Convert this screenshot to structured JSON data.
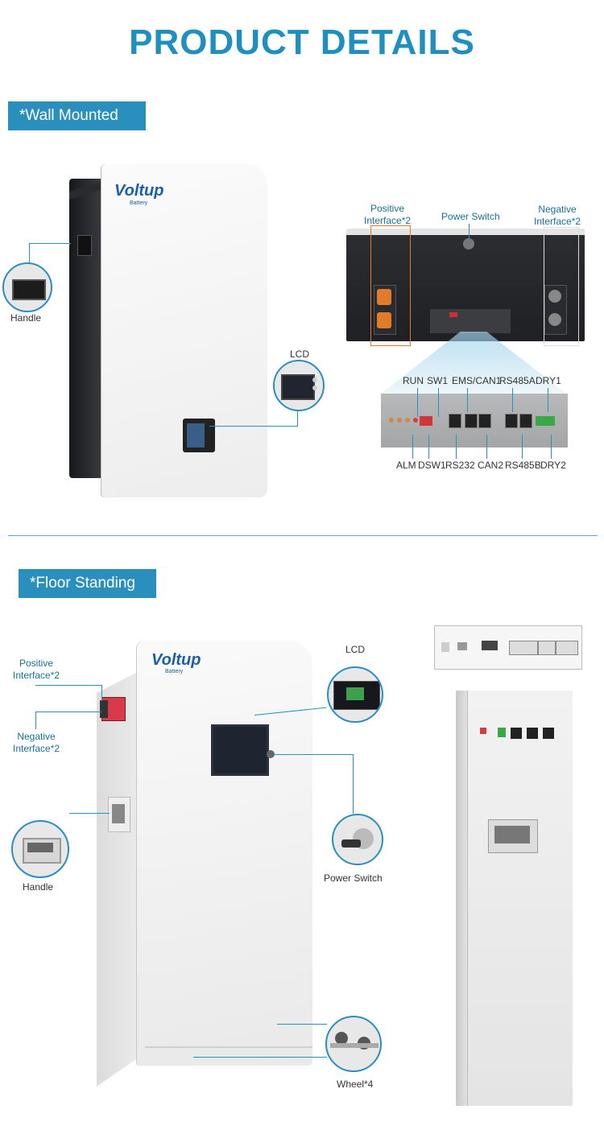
{
  "page": {
    "title": "PRODUCT DETAILS"
  },
  "wall_mounted": {
    "tag": "*Wall Mounted",
    "brand": "Voltup",
    "brand_sub": "Battery",
    "callouts": {
      "handle": "Handle",
      "lcd": "LCD",
      "positive": "Positive\nInterface*2",
      "power_switch": "Power Switch",
      "negative": "Negative\nInterface*2"
    },
    "ports_top": [
      "RUN",
      "SW1",
      "EMS/CAN1",
      "RS485A",
      "DRY1"
    ],
    "ports_bottom": [
      "ALM",
      "DSW1",
      "RS232",
      "CAN2",
      "RS485B",
      "DRY2"
    ]
  },
  "floor_standing": {
    "tag": "*Floor Standing",
    "brand": "Voltup",
    "brand_sub": "Battery",
    "callouts": {
      "positive": "Positive\nInterface*2",
      "negative": "Negative\nInterface*2",
      "lcd": "LCD",
      "handle": "Handle",
      "power_switch": "Power Switch",
      "wheel": "Wheel*4"
    }
  },
  "colors": {
    "accent": "#2a8fbd",
    "title": "#1f8fc0",
    "brand": "#1a5fa8"
  }
}
